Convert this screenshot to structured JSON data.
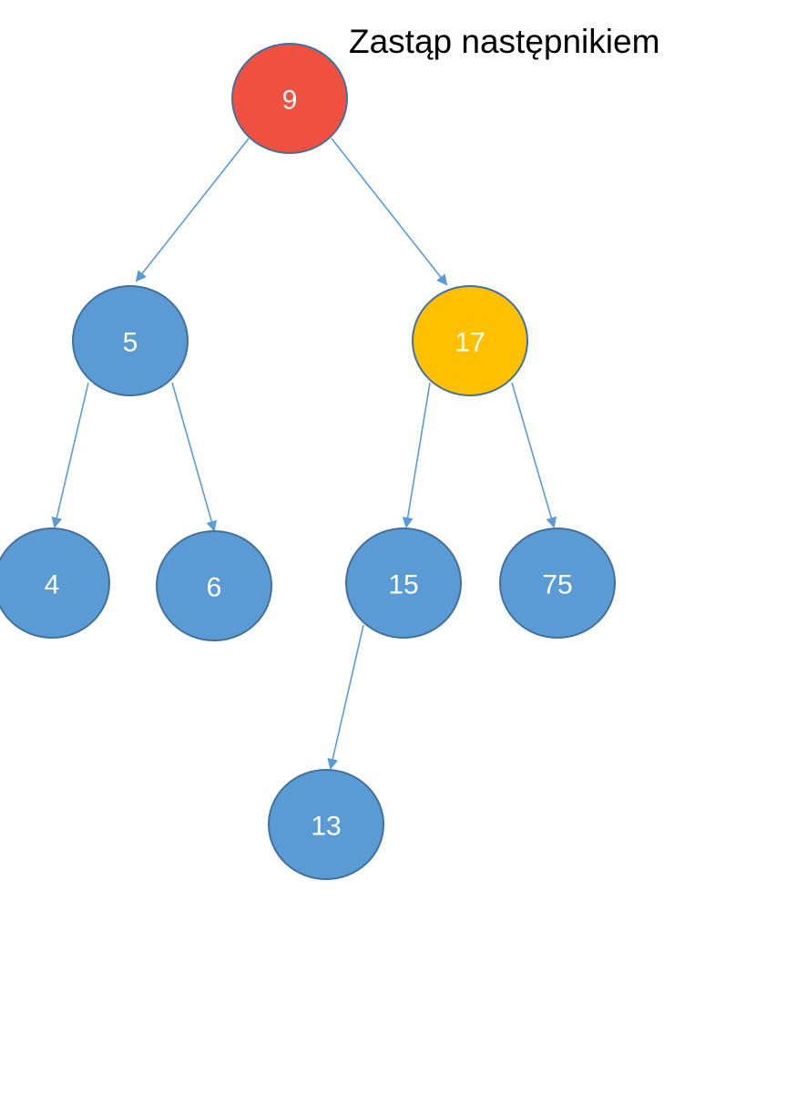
{
  "caption": "Zastąp następnikiem",
  "colors": {
    "node_default": "#5b9bd5",
    "node_default_stroke": "#41719c",
    "node_removed": "#ef5040",
    "node_removed_stroke": "#41719c",
    "node_successor": "#ffc000",
    "node_successor_stroke": "#41719c",
    "edge": "#5b9bd5",
    "label": "#ffffff"
  },
  "tree": {
    "nodes": [
      {
        "id": "n9",
        "label": "9",
        "role": "removed"
      },
      {
        "id": "n5",
        "label": "5",
        "role": "default"
      },
      {
        "id": "n17",
        "label": "17",
        "role": "successor"
      },
      {
        "id": "n4",
        "label": "4",
        "role": "default"
      },
      {
        "id": "n6",
        "label": "6",
        "role": "default"
      },
      {
        "id": "n15",
        "label": "15",
        "role": "default"
      },
      {
        "id": "n75",
        "label": "75",
        "role": "default"
      },
      {
        "id": "n13",
        "label": "13",
        "role": "default"
      }
    ],
    "edges": [
      {
        "from": "n9",
        "to": "n5"
      },
      {
        "from": "n9",
        "to": "n17"
      },
      {
        "from": "n5",
        "to": "n4"
      },
      {
        "from": "n5",
        "to": "n6"
      },
      {
        "from": "n17",
        "to": "n15"
      },
      {
        "from": "n17",
        "to": "n75"
      },
      {
        "from": "n15",
        "to": "n13"
      }
    ]
  }
}
